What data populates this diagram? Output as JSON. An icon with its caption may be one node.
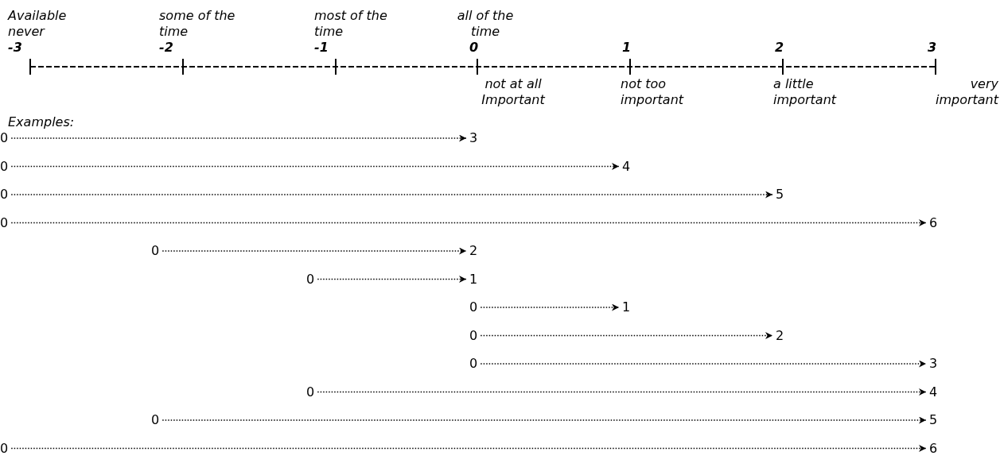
{
  "diagram": {
    "nodes": [
      {
        "text": [
          "0"
        ]
      },
      {
        "text": [
          "3"
        ]
      },
      {
        "text": [
          "0"
        ]
      },
      {
        "text": [
          "4"
        ]
      },
      {
        "text": [
          "0"
        ]
      },
      {
        "text": [
          "5"
        ]
      },
      {
        "text": [
          "0"
        ]
      },
      {
        "text": [
          "6"
        ]
      },
      {
        "text": [
          "0"
        ]
      },
      {
        "text": [
          "2"
        ]
      },
      {
        "text": [
          "0"
        ]
      },
      {
        "text": [
          "1"
        ]
      },
      {
        "text": [
          "0"
        ]
      },
      {
        "text": [
          "1"
        ]
      },
      {
        "text": [
          "0"
        ]
      },
      {
        "text": [
          "2"
        ]
      },
      {
        "text": [
          "0"
        ]
      },
      {
        "text": [
          "3"
        ]
      },
      {
        "text": [
          "0"
        ]
      },
      {
        "text": [
          "4"
        ]
      },
      {
        "text": [
          "0"
        ]
      },
      {
        "text": [
          "5"
        ]
      },
      {
        "text": [
          "0"
        ]
      },
      {
        "text": [
          "6"
        ]
      }
    ],
    "edges": [
      {
        "from": 0,
        "to": 1,
        "arrow": "to",
        "style": "dashed"
      },
      {
        "from": 2,
        "to": 3,
        "arrow": "to",
        "style": "dashed"
      },
      {
        "from": 4,
        "to": 5,
        "arrow": "to",
        "style": "dashed"
      },
      {
        "from": 6,
        "to": 7,
        "arrow": "to",
        "style": "dashed"
      },
      {
        "from": 8,
        "to": 9,
        "arrow": "to",
        "style": "dashed"
      },
      {
        "from": 10,
        "to": 11,
        "arrow": "to",
        "style": "dashed"
      },
      {
        "from": 12,
        "to": 13,
        "arrow": "to",
        "style": "dashed"
      },
      {
        "from": 14,
        "to": 15,
        "arrow": "to",
        "style": "dashed"
      },
      {
        "from": 16,
        "to": 17,
        "arrow": "to",
        "style": "dashed"
      },
      {
        "from": 18,
        "to": 19,
        "arrow": "to",
        "style": "dashed"
      },
      {
        "from": 20,
        "to": 21,
        "arrow": "to",
        "style": "dashed"
      },
      {
        "from": 22,
        "to": 23,
        "arrow": "to",
        "style": "dashed"
      }
    ],
    "labels": [
      "Available never",
      "some of the time",
      "most of the time",
      "all of the time",
      "-3",
      "-2",
      "-1",
      "0",
      "1",
      "2",
      "3",
      "not at all Important",
      "not too important",
      "a little important",
      "very important",
      "Examples:"
    ]
  }
}
